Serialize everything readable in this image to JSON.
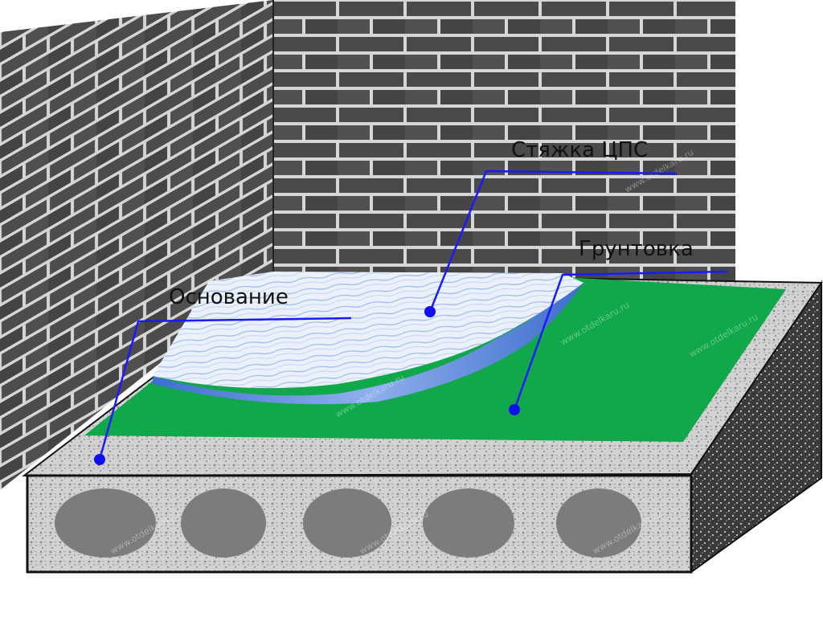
{
  "labels": {
    "screed": "Стяжка ЦПС",
    "primer": "Грунтовка",
    "base": "Основание"
  },
  "watermark": "www.otdelkaru.ru",
  "colors": {
    "brick": "#4a4a4a",
    "mortar": "#d9d9d9",
    "primer": "#0fa84a",
    "screed_light": "#e8f0fb",
    "screed_blue": "#4f7fd6",
    "concrete": "#cfcfcf",
    "concrete_dark": "#2b2b2b",
    "hollow": "#7f7f7f",
    "leader": "#1a1aff"
  },
  "hollow_cores": 5
}
